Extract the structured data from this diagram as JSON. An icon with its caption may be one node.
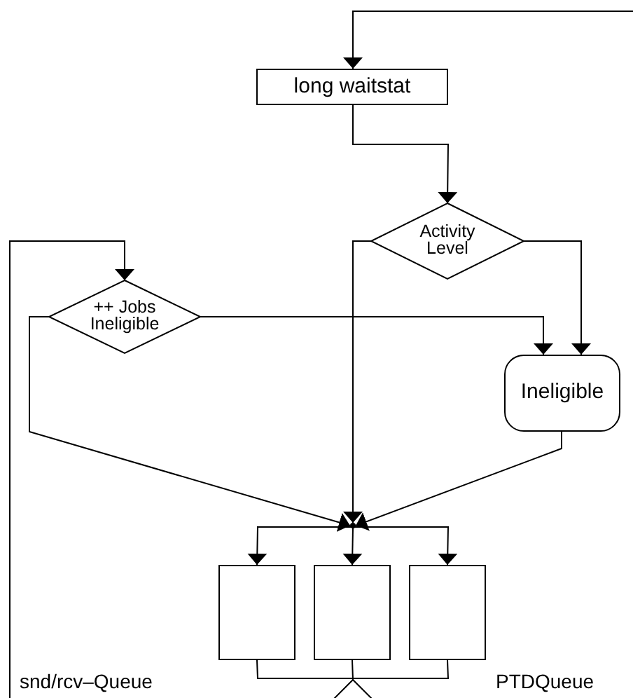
{
  "diagram": {
    "nodes": [
      {
        "text": [
          "long waitstat"
        ]
      },
      {
        "text": [
          "Activity Level"
        ]
      },
      {
        "text": [
          "++ Jobs Ineligible"
        ]
      },
      {
        "text": [
          "Ineligible"
        ]
      },
      {
        "text": [],
        "shape": "point"
      },
      {
        "text": [],
        "shape": "box"
      },
      {
        "text": [],
        "shape": "box"
      },
      {
        "text": [],
        "shape": "box"
      },
      {
        "text": [],
        "shape": "diamond"
      }
    ],
    "edges": [
      {
        "from": null,
        "to": 0,
        "arrow": "to"
      },
      {
        "from": 0,
        "to": 1,
        "arrow": "to"
      },
      {
        "from": 1,
        "to": 4,
        "arrow": "to"
      },
      {
        "from": 1,
        "to": 3,
        "arrow": "to"
      },
      {
        "from": 2,
        "to": 3,
        "arrow": "to"
      },
      {
        "from": 2,
        "to": 4,
        "arrow": "to"
      },
      {
        "from": 3,
        "to": 4,
        "arrow": "to"
      },
      {
        "from": 4,
        "to": 5,
        "arrow": "to"
      },
      {
        "from": 4,
        "to": 6,
        "arrow": "to"
      },
      {
        "from": 4,
        "to": 7,
        "arrow": "to"
      },
      {
        "from": 5,
        "to": 8,
        "arrow": "none"
      },
      {
        "from": 6,
        "to": 8,
        "arrow": "none"
      },
      {
        "from": 7,
        "to": 8,
        "arrow": "none"
      },
      {
        "from": null,
        "to": 2,
        "arrow": "to"
      }
    ],
    "labels": [
      "snd/rcv–Queue",
      "PTDQueue"
    ]
  }
}
